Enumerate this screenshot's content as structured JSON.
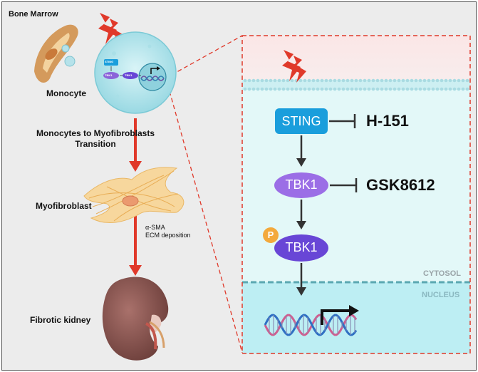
{
  "left_panel": {
    "bone_marrow_label": "Bone Marrow",
    "cell_inset_sting": "STING",
    "cell_inset_tbk1_a": "TBK1",
    "cell_inset_tbk1_b": "TBK1",
    "monocyte_label": "Monocyte",
    "transition_line1": "Monocytes to Myofibroblasts",
    "transition_line2": "Transition",
    "myofibroblast_label": "Myofibroblast",
    "marker_line1": "α-SMA",
    "marker_line2": "ECM deposition",
    "kidney_label": "Fibrotic kidney"
  },
  "pathway": {
    "sting_label": "STING",
    "sting_inhibitor": "H-151",
    "tbk1_label": "TBK1",
    "tbk1_inhibitor": "GSK8612",
    "phospho_symbol": "P",
    "ptbk1_label": "TBK1",
    "cytosol_label": "CYTOSOL",
    "nucleus_label": "NUCLEUS"
  },
  "colors": {
    "arrow_red": "#e0392a",
    "sting_blue": "#1a9edc",
    "tbk1_purple": "#9b6ee6",
    "ptbk1_purple": "#6846d6",
    "phospho_orange": "#f3a93c",
    "cytosol_bg": "#e3f8f8",
    "nucleus_bg": "#bdeef3",
    "kidney": "#8a5651"
  }
}
